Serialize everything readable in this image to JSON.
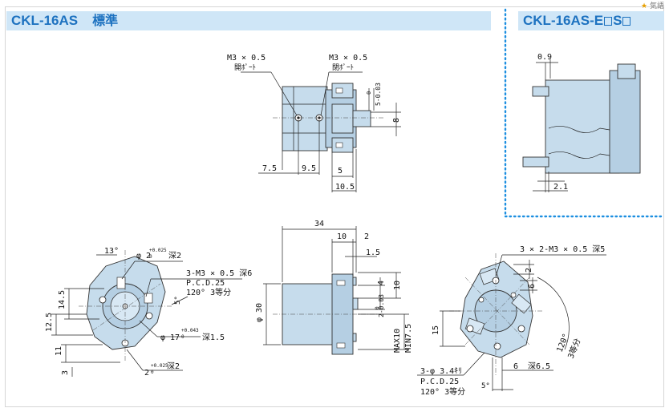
{
  "header": {
    "main_model": "CKL-16AS",
    "main_variant": "標準",
    "side_model_prefix": "CKL-16AS-E",
    "side_model_mid": "S"
  },
  "corner": {
    "label": "気語"
  },
  "colors": {
    "header_bg": "#cfe6f7",
    "header_text": "#1d72c0",
    "part_fill": "#c6dcec",
    "dotted_border": "#1d8fe0"
  },
  "top_view": {
    "port_left": {
      "thread": "M3 × 0.5",
      "name": "開ﾎﾟｰﾄ"
    },
    "port_right": {
      "thread": "M3 × 0.5",
      "name": "閉ﾎﾟｰﾄ"
    },
    "tol_vertical": "5-0.03",
    "tol_top": "0",
    "dim_8": "8",
    "dim_7_5": "7.5",
    "dim_9_5": "9.5",
    "dim_5": "5",
    "dim_10_5": "10.5"
  },
  "side_option": {
    "dim_0_9": "0.9",
    "dim_2_1": "2.1"
  },
  "front_view": {
    "ang_13": "13°",
    "phi2_hole": "φ 2",
    "phi2_tol": "+0.025",
    "phi2_tol0": "0",
    "phi2_depth": "深2",
    "thread_3m3": "3-M3 × 0.5  深6",
    "pcd": "P.C.D.25",
    "equal": "120° 3等分",
    "ang_5": "5°",
    "phi17": "φ 17",
    "phi17_tol": "+0.043",
    "phi17_tol0": "0",
    "phi17_depth": "深1.5",
    "dim_14_5": "14.5",
    "dim_12_5": "12.5",
    "dim_11": "11",
    "dim_3": "3",
    "bottom_hole": "2",
    "bottom_tol": "+0.025",
    "bottom_tol0": "0",
    "bottom_depth": "深2"
  },
  "side_view": {
    "dim_34": "34",
    "dim_10": "10",
    "dim_2": "2",
    "dim_1_5": "1.5",
    "dim_4": "4",
    "dim_10v": "10",
    "dim_2tol": "2-0.03",
    "dim_2tol0": "0",
    "phi30": "φ 30",
    "max10": "MAX10",
    "min7_5": "MIN7.5"
  },
  "rear_view": {
    "thread_top": "3 × 2-M3 × 0.5  深5",
    "dim_2": "2",
    "dim_6": "6",
    "dim_15": "15",
    "ang_120": "120°",
    "equal": "3等分",
    "holes": "3-φ 3.4ｷﾘ",
    "pcd": "P.C.D.25",
    "equal2": "120° 3等分",
    "dim_6b": "6",
    "depth": "深6.5",
    "ang_5": "5°"
  }
}
